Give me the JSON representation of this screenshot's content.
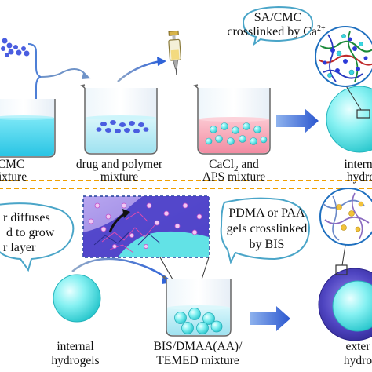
{
  "top_panel": {
    "step1_label_line1": "CMC",
    "step1_label_line2": "mixture",
    "step2_label_line1": "drug and polymer",
    "step2_label_line2": "mixture",
    "step3_label_line1": "CaCl",
    "step3_label_sub": "2",
    "step3_label_line1_tail": " and",
    "step3_label_line2": "APS mixture",
    "step4_label_line1": "interna",
    "step4_label_line2": "hydro",
    "bubble_line1": "SA/CMC",
    "bubble_line2": "crosslinked by Ca",
    "bubble_sup": "2+"
  },
  "bottom_panel": {
    "bubble_left_line1": "r diffuses",
    "bubble_left_line2": "d to grow",
    "bubble_left_line3": "r layer",
    "internal_label_line1": "internal",
    "internal_label_line2": "hydrogels",
    "beaker_label_line1": "BIS/DMAA(AA)/",
    "beaker_label_line2": "TEMED mixture",
    "bubble_right_line1": "PDMA or PAA",
    "bubble_right_line2": "gels crosslinked",
    "bubble_right_line3": "by BIS",
    "external_label_line1": "exter",
    "external_label_line2": "hydro"
  },
  "colors": {
    "panel_border": "#f0a000",
    "arrow_blue": "#2f5fd0",
    "liquid_blue": "#3fd6ee",
    "liquid_pink": "#f6a6b6",
    "hydrogel_cyan": "#5ee8ea",
    "hydrogel_purple": "#4a3fb0"
  }
}
